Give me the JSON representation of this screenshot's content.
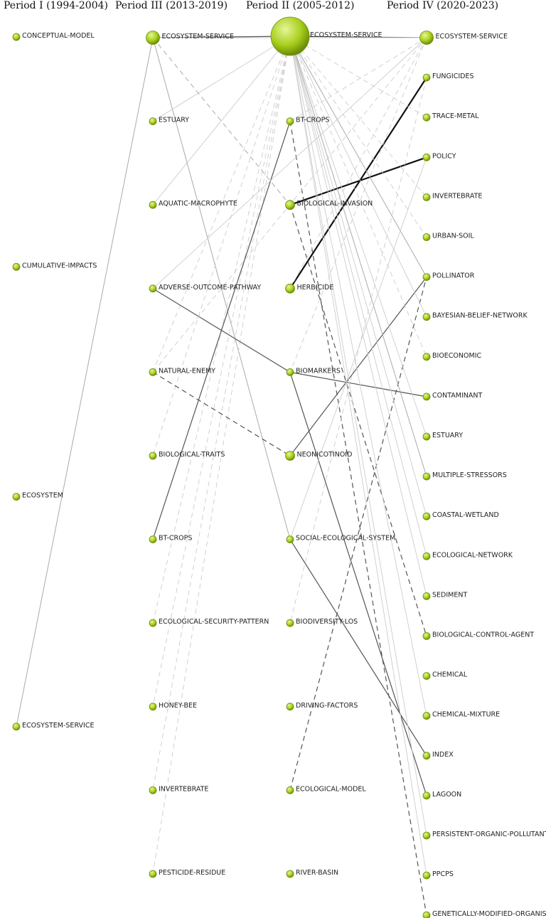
{
  "colors": {
    "node_light": "#e6f59a",
    "node_mid": "#a8cf1c",
    "node_dark": "#5c7a00",
    "node_stroke": "#6e8f10",
    "link_strong": "#111111",
    "link_medium": "#555555",
    "link_light": "#aaaaaa",
    "link_faint": "#cccccc"
  },
  "periods": [
    {
      "id": "p1",
      "title": "Period I (1994-2004)",
      "nodes": [
        {
          "id": "p1_conceptual_model",
          "label": "CONCEPTUAL-MODEL"
        },
        {
          "id": "p1_cumulative_impacts",
          "label": "CUMULATIVE-IMPACTS"
        },
        {
          "id": "p1_ecosystem",
          "label": "ECOSYSTEM"
        },
        {
          "id": "p1_ecosystem_service",
          "label": "ECOSYSTEM-SERVICE"
        }
      ]
    },
    {
      "id": "p3",
      "title": "Period III (2013-2019)",
      "nodes": [
        {
          "id": "p3_ecosystem_service",
          "label": "ECOSYSTEM-SERVICE",
          "size": "large"
        },
        {
          "id": "p3_estuary",
          "label": "ESTUARY"
        },
        {
          "id": "p3_aquatic_macrophyte",
          "label": "AQUATIC-MACROPHYTE"
        },
        {
          "id": "p3_adverse_outcome_pathway",
          "label": "ADVERSE-OUTCOME-PATHWAY"
        },
        {
          "id": "p3_natural_enemy",
          "label": "NATURAL-ENEMY"
        },
        {
          "id": "p3_biological_traits",
          "label": "BIOLOGICAL-TRAITS"
        },
        {
          "id": "p3_bt_crops",
          "label": "BT-CROPS"
        },
        {
          "id": "p3_ecological_security_pattern",
          "label": "ECOLOGICAL-SECURITY-PATTERN"
        },
        {
          "id": "p3_honey_bee",
          "label": "HONEY-BEE"
        },
        {
          "id": "p3_invertebrate",
          "label": "INVERTEBRATE"
        },
        {
          "id": "p3_pesticide_residue",
          "label": "PESTICIDE-RESIDUE"
        }
      ]
    },
    {
      "id": "p2",
      "title": "Period II (2005-2012)",
      "nodes": [
        {
          "id": "p2_ecosystem_service",
          "label": "ECOSYSTEM-SERVICE",
          "size": "huge"
        },
        {
          "id": "p2_bt_crops",
          "label": "BT-CROPS"
        },
        {
          "id": "p2_biological_invasion",
          "label": "BIOLOGICAL-INVASION",
          "size": "medium"
        },
        {
          "id": "p2_herbicide",
          "label": "HERBICIDE",
          "size": "medium"
        },
        {
          "id": "p2_biomarkers",
          "label": "BIOMARKERS"
        },
        {
          "id": "p2_neonicotinoid",
          "label": "NEONICOTINOID",
          "size": "medium"
        },
        {
          "id": "p2_social_ecological_system",
          "label": "SOCIAL-ECOLOGICAL-SYSTEM"
        },
        {
          "id": "p2_biodiversity_los",
          "label": "BIODIVERSITY-LOS"
        },
        {
          "id": "p2_driving_factors",
          "label": "DRIVING-FACTORS"
        },
        {
          "id": "p2_ecological_model",
          "label": "ECOLOGICAL-MODEL"
        },
        {
          "id": "p2_river_basin",
          "label": "RIVER-BASIN"
        }
      ]
    },
    {
      "id": "p4",
      "title": "Period IV (2020-2023)",
      "nodes": [
        {
          "id": "p4_ecosystem_service",
          "label": "ECOSYSTEM-SERVICE",
          "size": "large"
        },
        {
          "id": "p4_fungicides",
          "label": "FUNGICIDES"
        },
        {
          "id": "p4_trace_metal",
          "label": "TRACE-METAL"
        },
        {
          "id": "p4_policy",
          "label": "POLICY"
        },
        {
          "id": "p4_invertebrate",
          "label": "INVERTEBRATE"
        },
        {
          "id": "p4_urban_soil",
          "label": "URBAN-SOIL"
        },
        {
          "id": "p4_pollinator",
          "label": "POLLINATOR"
        },
        {
          "id": "p4_bayesian_belief_network",
          "label": "BAYESIAN-BELIEF-NETWORK"
        },
        {
          "id": "p4_bioeconomic",
          "label": "BIOECONOMIC"
        },
        {
          "id": "p4_contaminant",
          "label": "CONTAMINANT"
        },
        {
          "id": "p4_estuary",
          "label": "ESTUARY"
        },
        {
          "id": "p4_multiple_stressors",
          "label": "MULTIPLE-STRESSORS"
        },
        {
          "id": "p4_coastal_wetland",
          "label": "COASTAL-WETLAND"
        },
        {
          "id": "p4_ecological_network",
          "label": "ECOLOGICAL-NETWORK"
        },
        {
          "id": "p4_sediment",
          "label": "SEDIMENT"
        },
        {
          "id": "p4_biological_control_agent",
          "label": "BIOLOGICAL-CONTROL-AGENT"
        },
        {
          "id": "p4_chemical",
          "label": "CHEMICAL"
        },
        {
          "id": "p4_chemical_mixture",
          "label": "CHEMICAL-MIXTURE"
        },
        {
          "id": "p4_index",
          "label": "INDEX"
        },
        {
          "id": "p4_lagoon",
          "label": "LAGOON"
        },
        {
          "id": "p4_persistent_organic_pollutant",
          "label": "PERSISTENT-ORGANIC-POLLUTANT"
        },
        {
          "id": "p4_ppcps",
          "label": "PPCPS"
        },
        {
          "id": "p4_genetically_modified_organism",
          "label": "GENETICALLY-MODIFIED-ORGANIS"
        }
      ]
    }
  ],
  "links": [
    {
      "from": "p1_ecosystem_service",
      "to": "p3_ecosystem_service",
      "style": "solid",
      "strength": "light"
    },
    {
      "from": "p3_ecosystem_service",
      "to": "p2_ecosystem_service",
      "style": "solid",
      "strength": "medium"
    },
    {
      "from": "p2_ecosystem_service",
      "to": "p4_ecosystem_service",
      "style": "solid",
      "strength": "medium"
    },
    {
      "from": "p3_ecosystem_service",
      "to": "p2_biological_invasion",
      "style": "dashed",
      "strength": "light"
    },
    {
      "from": "p3_ecosystem_service",
      "to": "p2_social_ecological_system",
      "style": "solid",
      "strength": "light"
    },
    {
      "from": "p2_ecosystem_service",
      "to": "p3_estuary",
      "style": "solid",
      "strength": "faint"
    },
    {
      "from": "p2_ecosystem_service",
      "to": "p3_aquatic_macrophyte",
      "style": "solid",
      "strength": "faint"
    },
    {
      "from": "p2_ecosystem_service",
      "to": "p3_natural_enemy",
      "style": "dashed",
      "strength": "faint"
    },
    {
      "from": "p2_ecosystem_service",
      "to": "p3_biological_traits",
      "style": "dashed",
      "strength": "faint"
    },
    {
      "from": "p2_ecosystem_service",
      "to": "p3_ecological_security_pattern",
      "style": "dashed",
      "strength": "faint"
    },
    {
      "from": "p2_ecosystem_service",
      "to": "p3_honey_bee",
      "style": "dashed",
      "strength": "faint"
    },
    {
      "from": "p2_ecosystem_service",
      "to": "p3_invertebrate",
      "style": "dashed",
      "strength": "faint"
    },
    {
      "from": "p2_ecosystem_service",
      "to": "p3_pesticide_residue",
      "style": "dashed",
      "strength": "faint"
    },
    {
      "from": "p3_bt_crops",
      "to": "p2_bt_crops",
      "style": "solid",
      "strength": "medium"
    },
    {
      "from": "p3_adverse_outcome_pathway",
      "to": "p2_biomarkers",
      "style": "solid",
      "strength": "medium"
    },
    {
      "from": "p3_natural_enemy",
      "to": "p2_neonicotinoid",
      "style": "dashed",
      "strength": "medium"
    },
    {
      "from": "p2_herbicide",
      "to": "p4_fungicides",
      "style": "solid",
      "strength": "strong"
    },
    {
      "from": "p2_biological_invasion",
      "to": "p4_policy",
      "style": "solid",
      "strength": "strong"
    },
    {
      "from": "p2_biomarkers",
      "to": "p4_contaminant",
      "style": "solid",
      "strength": "medium"
    },
    {
      "from": "p2_biomarkers",
      "to": "p4_lagoon",
      "style": "solid",
      "strength": "medium"
    },
    {
      "from": "p2_social_ecological_system",
      "to": "p4_index",
      "style": "solid",
      "strength": "medium"
    },
    {
      "from": "p2_neonicotinoid",
      "to": "p4_pollinator",
      "style": "solid",
      "strength": "medium"
    },
    {
      "from": "p2_ecological_model",
      "to": "p4_pollinator",
      "style": "dashed",
      "strength": "medium"
    },
    {
      "from": "p2_bt_crops",
      "to": "p4_genetically_modified_organism",
      "style": "dashed",
      "strength": "medium"
    },
    {
      "from": "p2_biological_invasion",
      "to": "p4_biological_control_agent",
      "style": "dashed",
      "strength": "medium"
    },
    {
      "from": "p2_ecosystem_service",
      "to": "p4_pollinator",
      "style": "solid",
      "strength": "light"
    },
    {
      "from": "p2_ecosystem_service",
      "to": "p4_bayesian_belief_network",
      "style": "solid",
      "strength": "faint"
    },
    {
      "from": "p2_ecosystem_service",
      "to": "p4_bioeconomic",
      "style": "dashed",
      "strength": "faint"
    },
    {
      "from": "p2_ecosystem_service",
      "to": "p4_estuary",
      "style": "solid",
      "strength": "faint"
    },
    {
      "from": "p2_ecosystem_service",
      "to": "p4_multiple_stressors",
      "style": "solid",
      "strength": "light"
    },
    {
      "from": "p2_ecosystem_service",
      "to": "p4_coastal_wetland",
      "style": "solid",
      "strength": "faint"
    },
    {
      "from": "p2_ecosystem_service",
      "to": "p4_ecological_network",
      "style": "solid",
      "strength": "faint"
    },
    {
      "from": "p2_ecosystem_service",
      "to": "p4_sediment",
      "style": "solid",
      "strength": "faint"
    },
    {
      "from": "p2_ecosystem_service",
      "to": "p4_persistent_organic_pollutant",
      "style": "solid",
      "strength": "faint"
    },
    {
      "from": "p2_ecosystem_service",
      "to": "p4_ppcps",
      "style": "solid",
      "strength": "faint"
    },
    {
      "from": "p2_ecosystem_service",
      "to": "p4_chemical_mixture",
      "style": "solid",
      "strength": "faint"
    },
    {
      "from": "p2_ecosystem_service",
      "to": "p4_trace_metal",
      "style": "dashed",
      "strength": "faint"
    },
    {
      "from": "p2_ecosystem_service",
      "to": "p4_invertebrate",
      "style": "dashed",
      "strength": "faint"
    },
    {
      "from": "p2_ecosystem_service",
      "to": "p4_urban_soil",
      "style": "dashed",
      "strength": "faint"
    },
    {
      "from": "p4_ecosystem_service",
      "to": "p3_adverse_outcome_pathway",
      "style": "solid",
      "strength": "faint"
    },
    {
      "from": "p4_ecosystem_service",
      "to": "p3_natural_enemy",
      "style": "dashed",
      "strength": "faint"
    },
    {
      "from": "p4_ecosystem_service",
      "to": "p2_herbicide",
      "style": "dashed",
      "strength": "faint"
    },
    {
      "from": "p4_ecosystem_service",
      "to": "p2_biomarkers",
      "style": "dashed",
      "strength": "faint"
    },
    {
      "from": "p4_ecosystem_service",
      "to": "p2_bt_crops",
      "style": "dashed",
      "strength": "faint"
    },
    {
      "from": "p4_fungicides",
      "to": "p2_biodiversity_los",
      "style": "dashed",
      "strength": "faint"
    },
    {
      "from": "p4_policy",
      "to": "p2_social_ecological_system",
      "style": "solid",
      "strength": "faint"
    },
    {
      "from": "p3_ecosystem_service",
      "to": "p4_ecosystem_service",
      "style": "solid",
      "strength": "faint"
    }
  ]
}
